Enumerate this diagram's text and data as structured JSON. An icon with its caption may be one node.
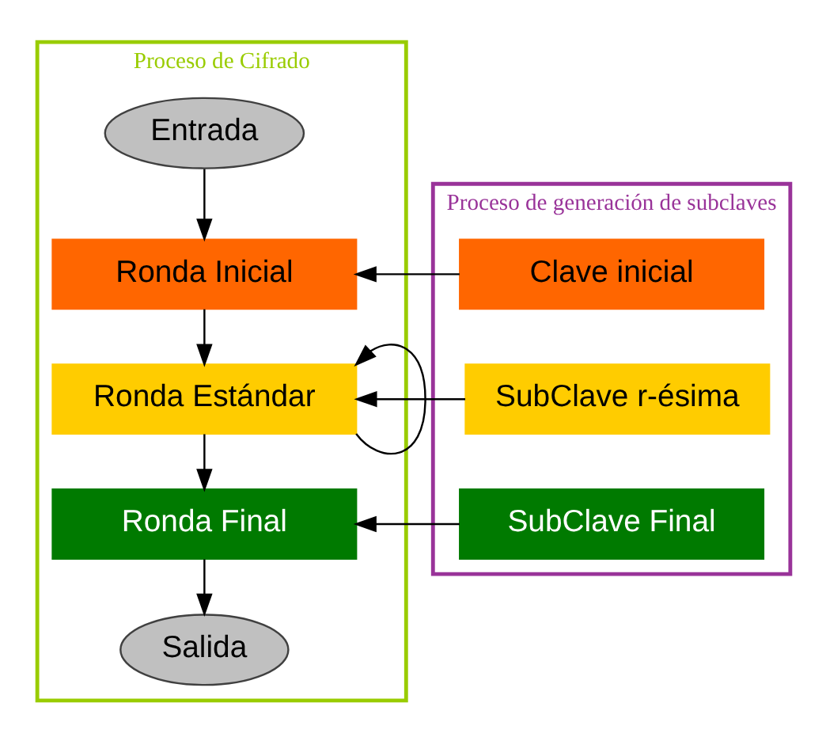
{
  "diagram": {
    "nodes": [
      {
        "text": [
          "Proceso de Cifrado"
        ]
      },
      {
        "text": [
          "Entrada"
        ],
        "in": 0
      },
      {
        "text": [
          "Ronda Inicial"
        ],
        "in": 0
      },
      {
        "text": [
          "Ronda Estándar"
        ],
        "in": 0
      },
      {
        "text": [
          "Ronda Final"
        ],
        "in": 0
      },
      {
        "text": [
          "Salida"
        ],
        "in": 0
      },
      {
        "text": [
          "Proceso de generación de subclaves"
        ]
      },
      {
        "text": [
          "Clave inicial"
        ],
        "in": 6
      },
      {
        "text": [
          "SubClave r-ésima"
        ],
        "in": 6
      },
      {
        "text": [
          "SubClave Final"
        ],
        "in": 6
      }
    ],
    "edges": [
      {
        "from": 1,
        "to": 2,
        "arrow": "to"
      },
      {
        "from": 2,
        "to": 3,
        "arrow": "to"
      },
      {
        "from": 3,
        "to": 4,
        "arrow": "to"
      },
      {
        "from": 4,
        "to": 5,
        "arrow": "to"
      },
      {
        "from": 3,
        "to": 3,
        "arrow": "to"
      },
      {
        "from": 7,
        "to": 2,
        "arrow": "to"
      },
      {
        "from": 8,
        "to": 3,
        "arrow": "to"
      },
      {
        "from": 9,
        "to": 4,
        "arrow": "to"
      }
    ]
  }
}
